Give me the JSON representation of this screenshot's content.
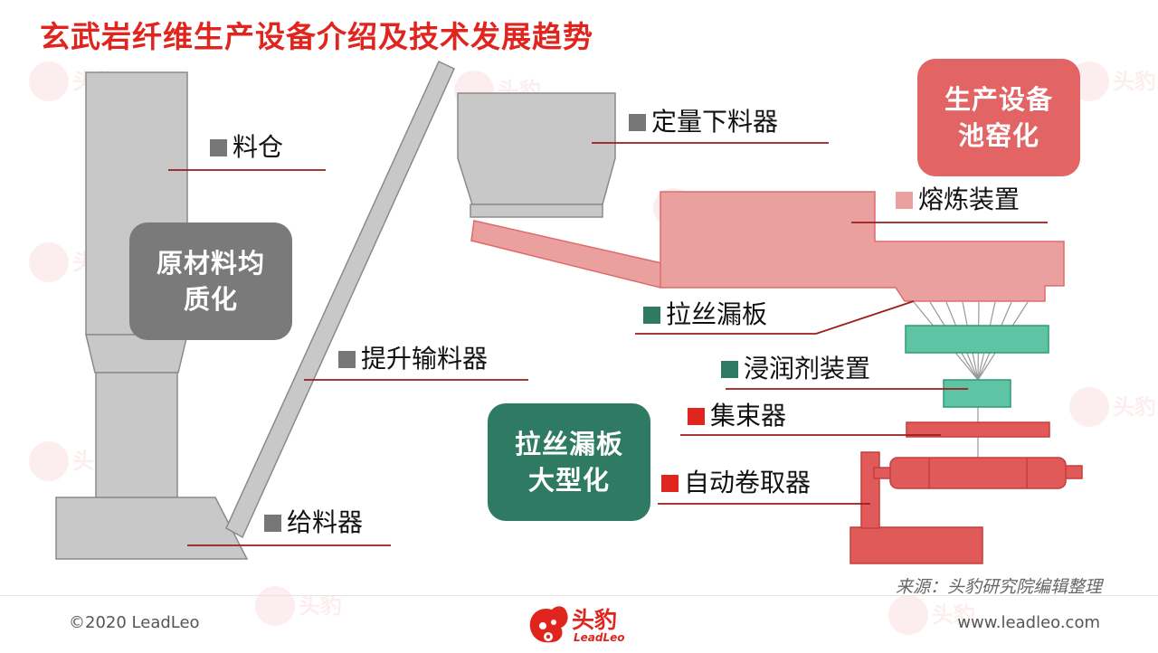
{
  "title": "玄武岩纤维生产设备介绍及技术发展趋势",
  "labels": {
    "silo": "料仓",
    "conveyor": "提升输料器",
    "feeder": "给料器",
    "doser": "定量下料器",
    "melter": "熔炼装置",
    "bushing": "拉丝漏板",
    "sizing": "浸润剂装置",
    "gatherer": "集束器",
    "winder": "自动卷取器"
  },
  "boxes": {
    "homogenize": {
      "line1": "原材料均",
      "line2": "质化"
    },
    "pool_kiln": {
      "line1": "生产设备",
      "line2": "池窑化"
    },
    "large_bushing": {
      "line1": "拉丝漏板",
      "line2": "大型化"
    }
  },
  "source": "来源：头豹研究院编辑整理",
  "footer": {
    "copyright": "©2020 LeadLeo",
    "website": "www.leadleo.com"
  },
  "logo": {
    "name": "头豹",
    "sub": "LeadLeo"
  },
  "colors": {
    "title_red": "#e0251f",
    "equipment_gray": "#c8c8c8",
    "melter_pink": "#eba0a0",
    "sizing_green": "#5ec4a4",
    "winder_red": "#e05a5a",
    "box_gray": "#7a7a7a",
    "box_pink": "#e26464",
    "box_green": "#2f7a62"
  }
}
